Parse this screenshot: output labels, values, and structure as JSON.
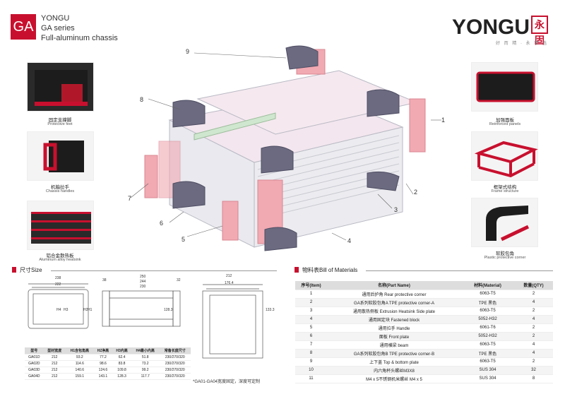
{
  "header": {
    "badge": "GA",
    "brand": "YONGU",
    "series": "GA series",
    "subtitle": "Full-aluminum chassis",
    "logo": "YONGU",
    "logo_seal": "永固",
    "logo_tagline": "好 而 精 · 永 精 选"
  },
  "left_features": [
    {
      "cn": "固定支撑脚",
      "en": "Protective feet"
    },
    {
      "cn": "机箱拉手",
      "en": "Chassis handles"
    },
    {
      "cn": "铝合金散热板",
      "en": "Aluminum alloy heatsink"
    }
  ],
  "right_features": [
    {
      "cn": "加强面板",
      "en": "Reinforced panels"
    },
    {
      "cn": "框架式结构",
      "en": "Frame structure"
    },
    {
      "cn": "软胶包角",
      "en": "Plastic protective corner"
    }
  ],
  "callouts": [
    "1",
    "2",
    "3",
    "4",
    "5",
    "6",
    "7",
    "8",
    "9"
  ],
  "size_section": {
    "title": "尺寸Size"
  },
  "bom_section": {
    "title": "物料表Bill of Materials"
  },
  "drawing_dims": {
    "d238": "238",
    "d222": "222",
    "d250": "250",
    "d244": "244",
    "d230": "230",
    "d38": "38",
    "d32": "32",
    "d212": "212",
    "d1764": "176.4",
    "dH4": "H4",
    "dH3": "H3",
    "dH2": "H2",
    "dH1": "H1",
    "d1283": "128.3",
    "d1333": "133.3"
  },
  "dim_table": {
    "headers": [
      "型号",
      "型材宽度",
      "H1含包角高",
      "H2净高",
      "H3内高",
      "H4最小内高",
      "常备长度尺寸"
    ],
    "rows": [
      [
        "GA01D",
        "212",
        "93.2",
        "77.2",
        "62.4",
        "51.8",
        "230/270/320"
      ],
      [
        "GA02D",
        "212",
        "114.6",
        "98.6",
        "83.8",
        "73.2",
        "230/270/320"
      ],
      [
        "GA03D",
        "212",
        "140.6",
        "124.6",
        "109.8",
        "99.2",
        "230/270/320"
      ],
      [
        "GA04D",
        "212",
        "159.1",
        "143.1",
        "128.3",
        "117.7",
        "230/270/320"
      ]
    ],
    "note": "*GA01-GA04宽度固定，深度可定制"
  },
  "bom_table": {
    "headers": [
      "序号(Item)",
      "名称(Part Name)",
      "材料(Material)",
      "数量(QTY)"
    ],
    "rows": [
      [
        "1",
        "通用后护角 Rear protective corner",
        "6063-T5",
        "2"
      ],
      [
        "2",
        "GA系列软胶包角A TPE protective corner-A",
        "TPE 黑色",
        "4"
      ],
      [
        "3",
        "通用散热侧板 Extrusion Heatsink Side plate",
        "6063-T5",
        "2"
      ],
      [
        "4",
        "通用固定块 Fastened block",
        "5052-H32",
        "4"
      ],
      [
        "5",
        "通用拉手 Handle",
        "6061-T6",
        "2"
      ],
      [
        "6",
        "面板 Front plate",
        "5052-H32",
        "2"
      ],
      [
        "7",
        "通用横梁 beam",
        "6063-T5",
        "4"
      ],
      [
        "8",
        "GA系列软胶包角B TPE protective corner-B",
        "TPE 黑色",
        "4"
      ],
      [
        "9",
        "上下盖 Top & bottom plate",
        "6063-T5",
        "2"
      ],
      [
        "10",
        "内六角杯头螺丝M3X8",
        "SUS 304",
        "32"
      ],
      [
        "11",
        "M4 x 5不锈钢机米螺丝 M4 x 5",
        "SUS 304",
        "8"
      ]
    ]
  },
  "colors": {
    "accent": "#c8102e",
    "pink": "#f1a9b2",
    "dark": "#2a2a2a"
  }
}
